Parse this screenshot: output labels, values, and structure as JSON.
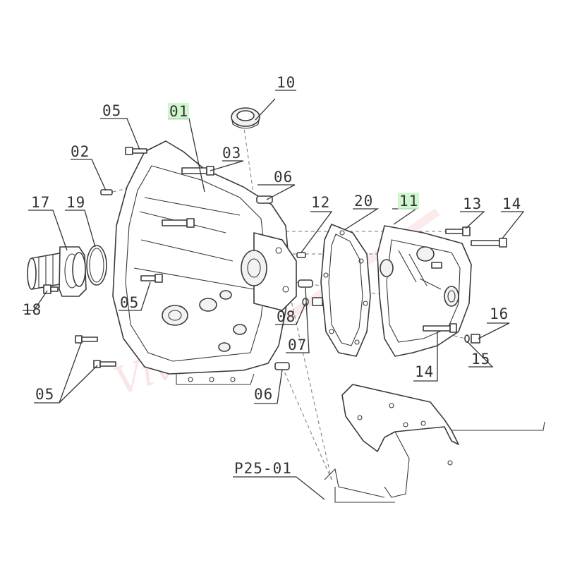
{
  "diagram": {
    "labels": {
      "l01": "01",
      "l02": "02",
      "l03": "03",
      "l05a": "05",
      "l05b": "05",
      "l05c": "05",
      "l06a": "06",
      "l06b": "06",
      "l07": "07",
      "l08": "08",
      "l10": "10",
      "l11": "11",
      "l12": "12",
      "l13": "13",
      "l14a": "14",
      "l14b": "14",
      "l15": "15",
      "l16": "16",
      "l17": "17",
      "l18": "18",
      "l19": "19",
      "l20": "20",
      "ref": "P25-01"
    },
    "highlighted": [
      "01",
      "11"
    ],
    "highlight_color": "#c8f5c8",
    "watermark_color": "#d9363e"
  }
}
